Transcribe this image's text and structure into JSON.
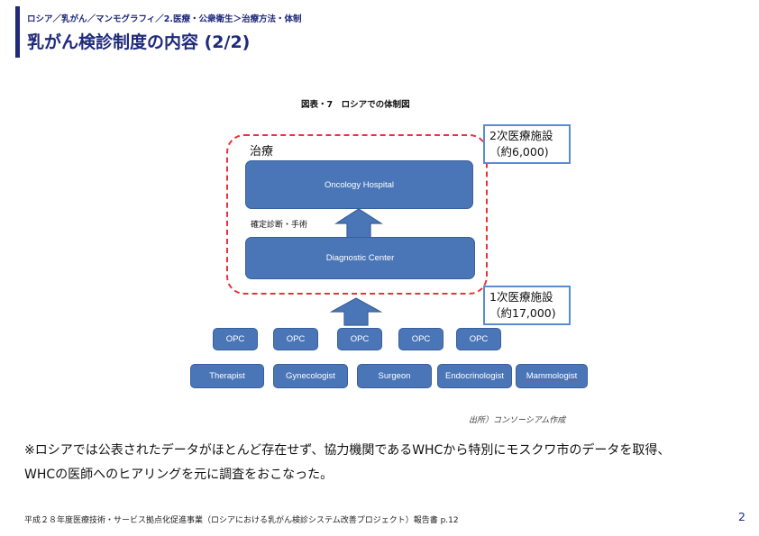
{
  "header": {
    "breadcrumb": "ロシア／乳がん／マンモグラフィ／2.医療・公衆衛生＞治療方法・体制",
    "title": "乳がん検診制度の内容 (2/2)",
    "accent_color": "#1f2a7a"
  },
  "figure": {
    "caption": "図表・7　ロシアでの体制図",
    "treatment_label": "治療",
    "diagnosis_label": "確定診断・手術",
    "oncology_label": "Oncology Hospital",
    "diagnostic_label": "Diagnostic Center",
    "box_color": "#4a76b8",
    "dashed_color": "#e8333a",
    "facility_secondary": {
      "line1": "2次医療施設",
      "line2": "（約6,000)"
    },
    "facility_primary": {
      "line1": "1次医療施設",
      "line2": "（約17,000)"
    },
    "opc_boxes": [
      "OPC",
      "OPC",
      "OPC",
      "OPC",
      "OPC"
    ],
    "specialists": [
      "Therapist",
      "Gynecologist",
      "Surgeon",
      "Endocrinologist",
      "Mammologist"
    ],
    "source": "出所）コンソーシアム作成"
  },
  "notes": {
    "line1": "※ロシアでは公表されたデータがほとんど存在せず、協力機関であるWHCから特別にモスクワ市のデータを取得、",
    "line2": "WHCの医師へのヒアリングを元に調査をおこなった。"
  },
  "footer": {
    "text": "平成２８年度医療技術・サービス拠点化促進事業（ロシアにおける乳がん検診システム改善プロジェクト）報告書 p.12",
    "page_number": "2"
  }
}
